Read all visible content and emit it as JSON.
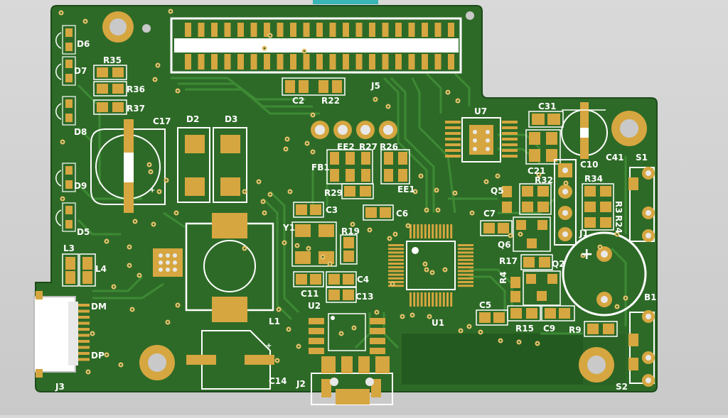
{
  "colors": {
    "board": "#2d6a27",
    "board_dark": "#235a1f",
    "trace": "#3e8a35",
    "pad": "#d6a640",
    "silk": "#ffffff",
    "via": "#e8c16a",
    "background": "#cfcfcf",
    "connector_top": "#39b5b5"
  },
  "labels": {
    "D6": "D6",
    "D7": "D7",
    "D8": "D8",
    "D9": "D9",
    "D5": "D5",
    "R35": "R35",
    "R36": "R36",
    "R37": "R37",
    "C17": "C17",
    "D2": "D2",
    "D3": "D3",
    "L3": "L3",
    "L4": "L4",
    "L1": "L1",
    "J3": "J3",
    "DM": "DM",
    "DP": "DP",
    "J2": "J2",
    "C14": "C14",
    "C2": "C2",
    "R22": "R22",
    "J5": "J5",
    "EE2": "EE2",
    "R27": "R27",
    "R26": "R26",
    "FB1": "FB1",
    "EE1": "EE1",
    "R29": "R29",
    "C3": "C3",
    "C6": "C6",
    "Y1": "Y1",
    "R19": "R19",
    "C11": "C11",
    "C13": "C13",
    "C4": "C4",
    "U2": "U2",
    "U1": "U1",
    "U7": "U7",
    "C31": "C31",
    "C10": "C10",
    "C41": "C41",
    "C21": "C21",
    "R32": "R32",
    "R34": "R34",
    "S1": "S1",
    "R3": "R3",
    "R24": "R24",
    "Q5": "Q5",
    "C7": "C7",
    "J1": "J1",
    "Q6": "Q6",
    "R17": "R17",
    "Q2": "Q2",
    "R4": "R4",
    "C5": "C5",
    "R15": "R15",
    "C9": "C9",
    "R9": "R9",
    "B1": "B1",
    "S2": "S2",
    "plus": "+"
  }
}
